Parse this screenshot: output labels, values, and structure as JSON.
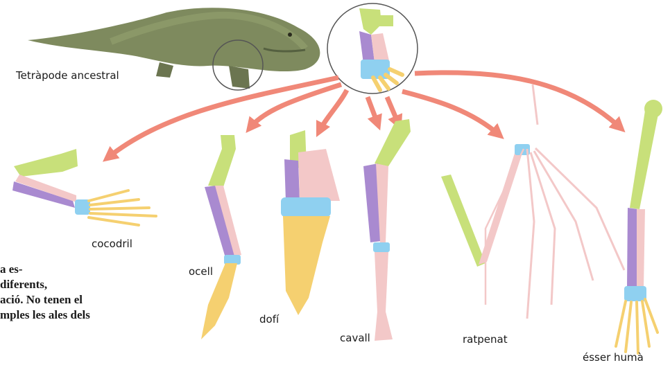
{
  "diagram": {
    "labels": {
      "ancestor": "Tetràpode ancestral",
      "crocodile": "cocodril",
      "bird": "ocell",
      "dolphin": "dofí",
      "horse": "cavall",
      "bat": "ratpenat",
      "human": "ésser humà"
    },
    "caption_fragments": [
      "a es-",
      "diferents,",
      "ació. No tenen el",
      "mples les ales dels"
    ],
    "colors": {
      "arrow": "#f08878",
      "humerus": "#c8e07a",
      "radius": "#f3c8c8",
      "ulna": "#a98ad0",
      "carpals": "#8fd0f0",
      "phalanges": "#f5d070",
      "tetrapod_body": "#7e8a5e"
    }
  }
}
